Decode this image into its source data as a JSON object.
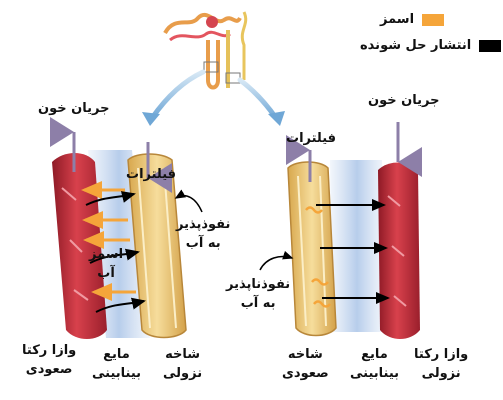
{
  "legend": {
    "items": [
      {
        "label": "اسمز",
        "color": "#f5a53a"
      },
      {
        "label": "انتشار حل شونده",
        "color": "#000000"
      }
    ]
  },
  "left_panel": {
    "blood_flow": "جریان خون",
    "filtrate": "فیلترات",
    "permeable": [
      "نفوذپذیر",
      "به آب"
    ],
    "osmosis_water": [
      "اسمز",
      "آب"
    ],
    "vasa_recta": [
      "وازا رکتا",
      "صعودی"
    ],
    "interstitial_fluid": [
      "مایع",
      "بینابینی"
    ],
    "limb": [
      "شاخه",
      "نزولی"
    ]
  },
  "right_panel": {
    "blood_flow": "جریان خون",
    "filtrate": "فیلترات",
    "impermeable": [
      "نفوذناپذیر",
      "به آب"
    ],
    "limb": [
      "شاخه",
      "صعودی"
    ],
    "interstitial_fluid": [
      "مایع",
      "بینابینی"
    ],
    "vasa_recta": [
      "وازا رکتا",
      "نزولی"
    ]
  },
  "colors": {
    "vessel": "#c8303d",
    "vessel_dark": "#8e1a26",
    "tubule": "#e8c37a",
    "interstitial": "#c8d8ef",
    "osmosis": "#f5a53a",
    "pointer": "#a7cbe8"
  }
}
